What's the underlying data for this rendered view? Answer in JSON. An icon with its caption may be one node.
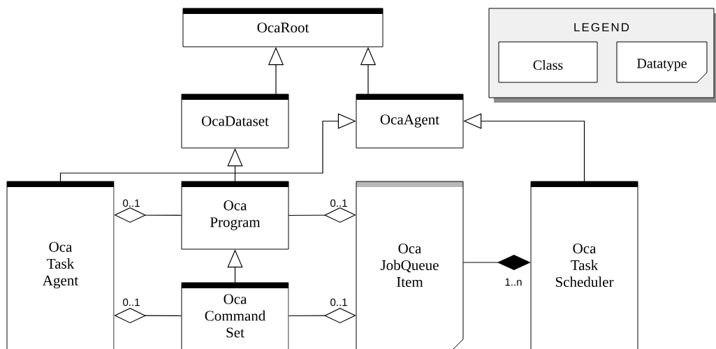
{
  "diagram": {
    "nodes": [
      {
        "text": [
          "OcaRoot"
        ]
      },
      {
        "text": [
          "OcaDataset"
        ]
      },
      {
        "text": [
          "OcaAgent"
        ]
      },
      {
        "text": [
          "Oca Task Agent"
        ]
      },
      {
        "text": [
          "Oca Program"
        ]
      },
      {
        "text": [
          "Oca JobQueue Item"
        ]
      },
      {
        "text": [
          "Oca Task Scheduler"
        ]
      },
      {
        "text": [
          "Oca Command Set"
        ]
      }
    ],
    "edges": [
      {
        "from": 1,
        "to": 0,
        "arrow": "to"
      },
      {
        "from": 2,
        "to": 0,
        "arrow": "to"
      },
      {
        "from": 4,
        "to": 1,
        "arrow": "to"
      },
      {
        "from": 7,
        "to": 4,
        "arrow": "to"
      },
      {
        "from": 6,
        "to": 2,
        "arrow": "to"
      },
      {
        "from": 3,
        "to": 2,
        "arrow": "to"
      },
      {
        "from": 4,
        "to": 3,
        "arrow": "other",
        "label": "0..1"
      },
      {
        "from": 4,
        "to": 5,
        "arrow": "other",
        "label": "0..1"
      },
      {
        "from": 7,
        "to": 3,
        "arrow": "other",
        "label": "0..1"
      },
      {
        "from": 7,
        "to": 5,
        "arrow": "other",
        "label": "0..1"
      },
      {
        "from": 5,
        "to": 6,
        "arrow": "other",
        "label": "1..n"
      }
    ],
    "labels": [
      "LEGEND"
    ],
    "legend": [
      {
        "text": "Class"
      },
      {
        "text": "Datatype"
      }
    ]
  }
}
